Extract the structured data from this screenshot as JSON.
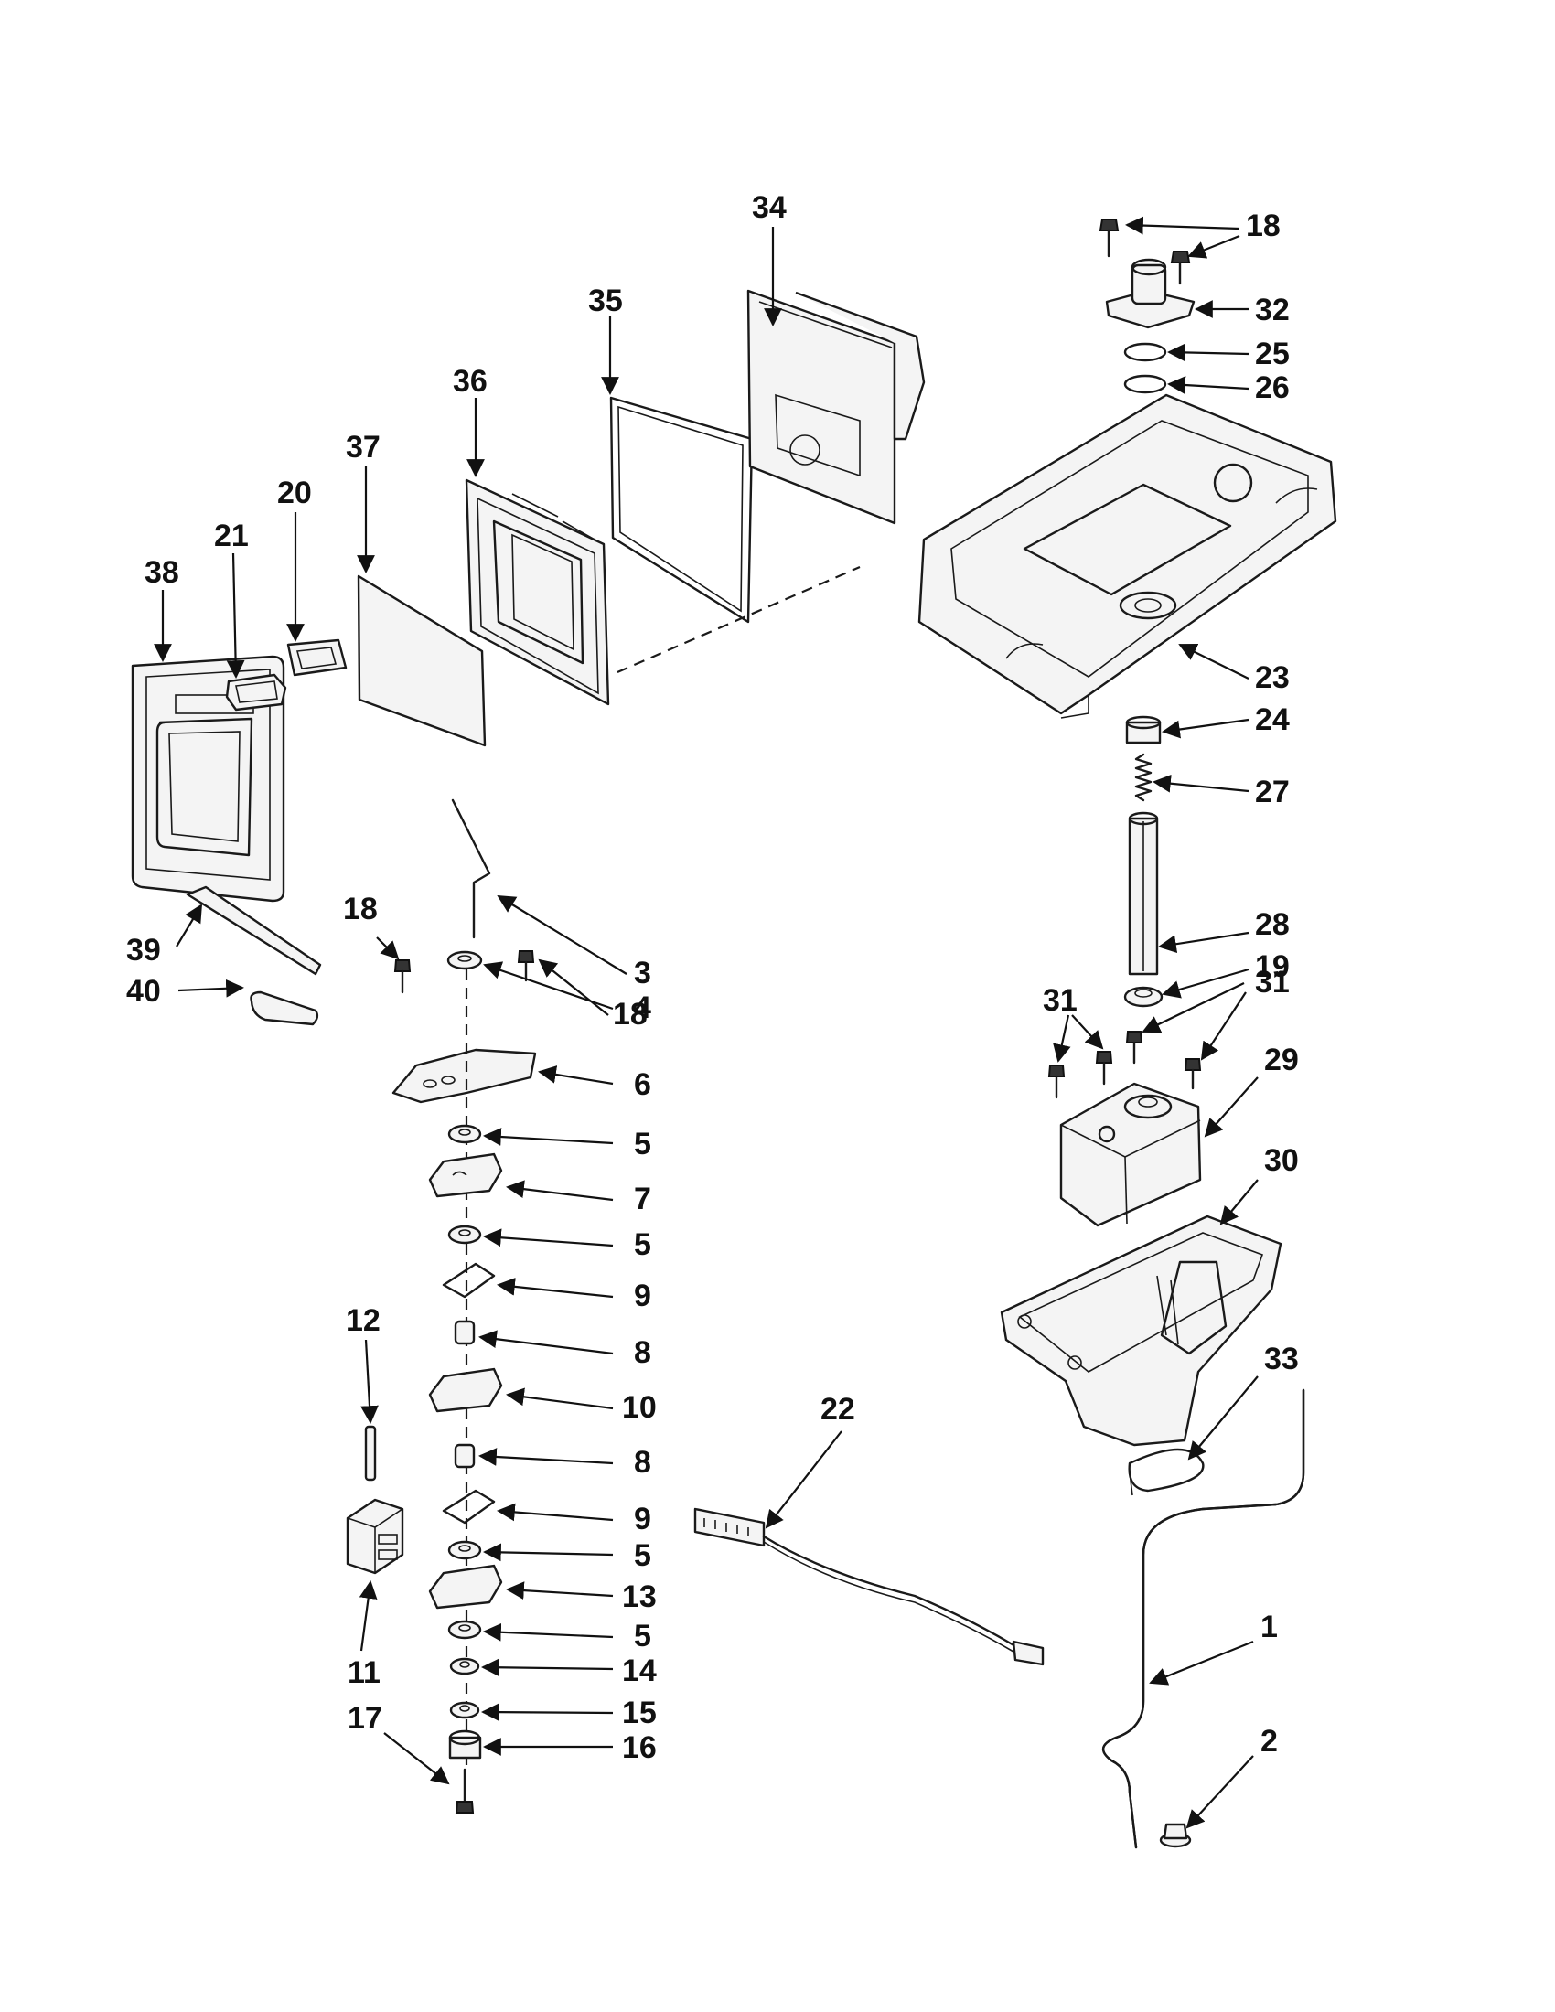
{
  "callouts": [
    {
      "id": "c1",
      "label": "1"
    },
    {
      "id": "c2",
      "label": "2"
    },
    {
      "id": "c3",
      "label": "3"
    },
    {
      "id": "c4",
      "label": "4"
    },
    {
      "id": "c5a",
      "label": "5"
    },
    {
      "id": "c5b",
      "label": "5"
    },
    {
      "id": "c5c",
      "label": "5"
    },
    {
      "id": "c5d",
      "label": "5"
    },
    {
      "id": "c6",
      "label": "6"
    },
    {
      "id": "c7",
      "label": "7"
    },
    {
      "id": "c8a",
      "label": "8"
    },
    {
      "id": "c8b",
      "label": "8"
    },
    {
      "id": "c9a",
      "label": "9"
    },
    {
      "id": "c9b",
      "label": "9"
    },
    {
      "id": "c10",
      "label": "10"
    },
    {
      "id": "c11",
      "label": "11"
    },
    {
      "id": "c12",
      "label": "12"
    },
    {
      "id": "c13",
      "label": "13"
    },
    {
      "id": "c14",
      "label": "14"
    },
    {
      "id": "c15",
      "label": "15"
    },
    {
      "id": "c16",
      "label": "16"
    },
    {
      "id": "c17",
      "label": "17"
    },
    {
      "id": "c18a",
      "label": "18"
    },
    {
      "id": "c18b",
      "label": "18"
    },
    {
      "id": "c18c",
      "label": "18"
    },
    {
      "id": "c19",
      "label": "19"
    },
    {
      "id": "c20",
      "label": "20"
    },
    {
      "id": "c21",
      "label": "21"
    },
    {
      "id": "c22",
      "label": "22"
    },
    {
      "id": "c23",
      "label": "23"
    },
    {
      "id": "c24",
      "label": "24"
    },
    {
      "id": "c25",
      "label": "25"
    },
    {
      "id": "c26",
      "label": "26"
    },
    {
      "id": "c27",
      "label": "27"
    },
    {
      "id": "c28",
      "label": "28"
    },
    {
      "id": "c29",
      "label": "29"
    },
    {
      "id": "c30",
      "label": "30"
    },
    {
      "id": "c31a",
      "label": "31"
    },
    {
      "id": "c31b",
      "label": "31"
    },
    {
      "id": "c32",
      "label": "32"
    },
    {
      "id": "c33",
      "label": "33"
    },
    {
      "id": "c34",
      "label": "34"
    },
    {
      "id": "c35",
      "label": "35"
    },
    {
      "id": "c36",
      "label": "36"
    },
    {
      "id": "c37",
      "label": "37"
    },
    {
      "id": "c38",
      "label": "38"
    },
    {
      "id": "c39",
      "label": "39"
    },
    {
      "id": "c40",
      "label": "40"
    }
  ]
}
